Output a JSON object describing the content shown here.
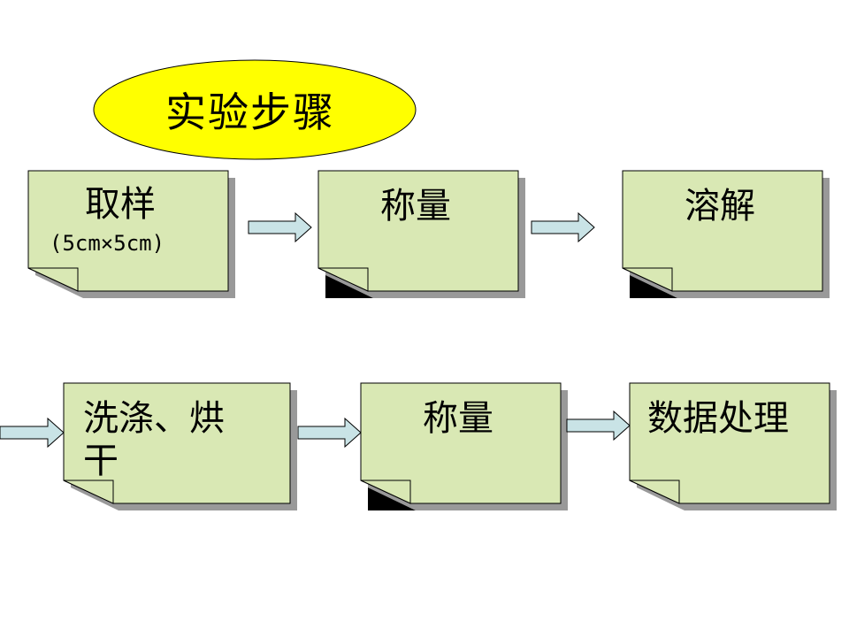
{
  "title": "实验步骤",
  "colors": {
    "ellipse_fill": "#ffff00",
    "note_fill": "#d9e8b4",
    "arrow_fill": "#c9e3e6",
    "shadow": "#999999"
  },
  "steps": [
    {
      "label": "取样",
      "sub": "(5cm×5cm)"
    },
    {
      "label": "称量"
    },
    {
      "label": "溶解"
    },
    {
      "label": "洗涤、烘干"
    },
    {
      "label": "称量"
    },
    {
      "label": "数据处理"
    }
  ]
}
